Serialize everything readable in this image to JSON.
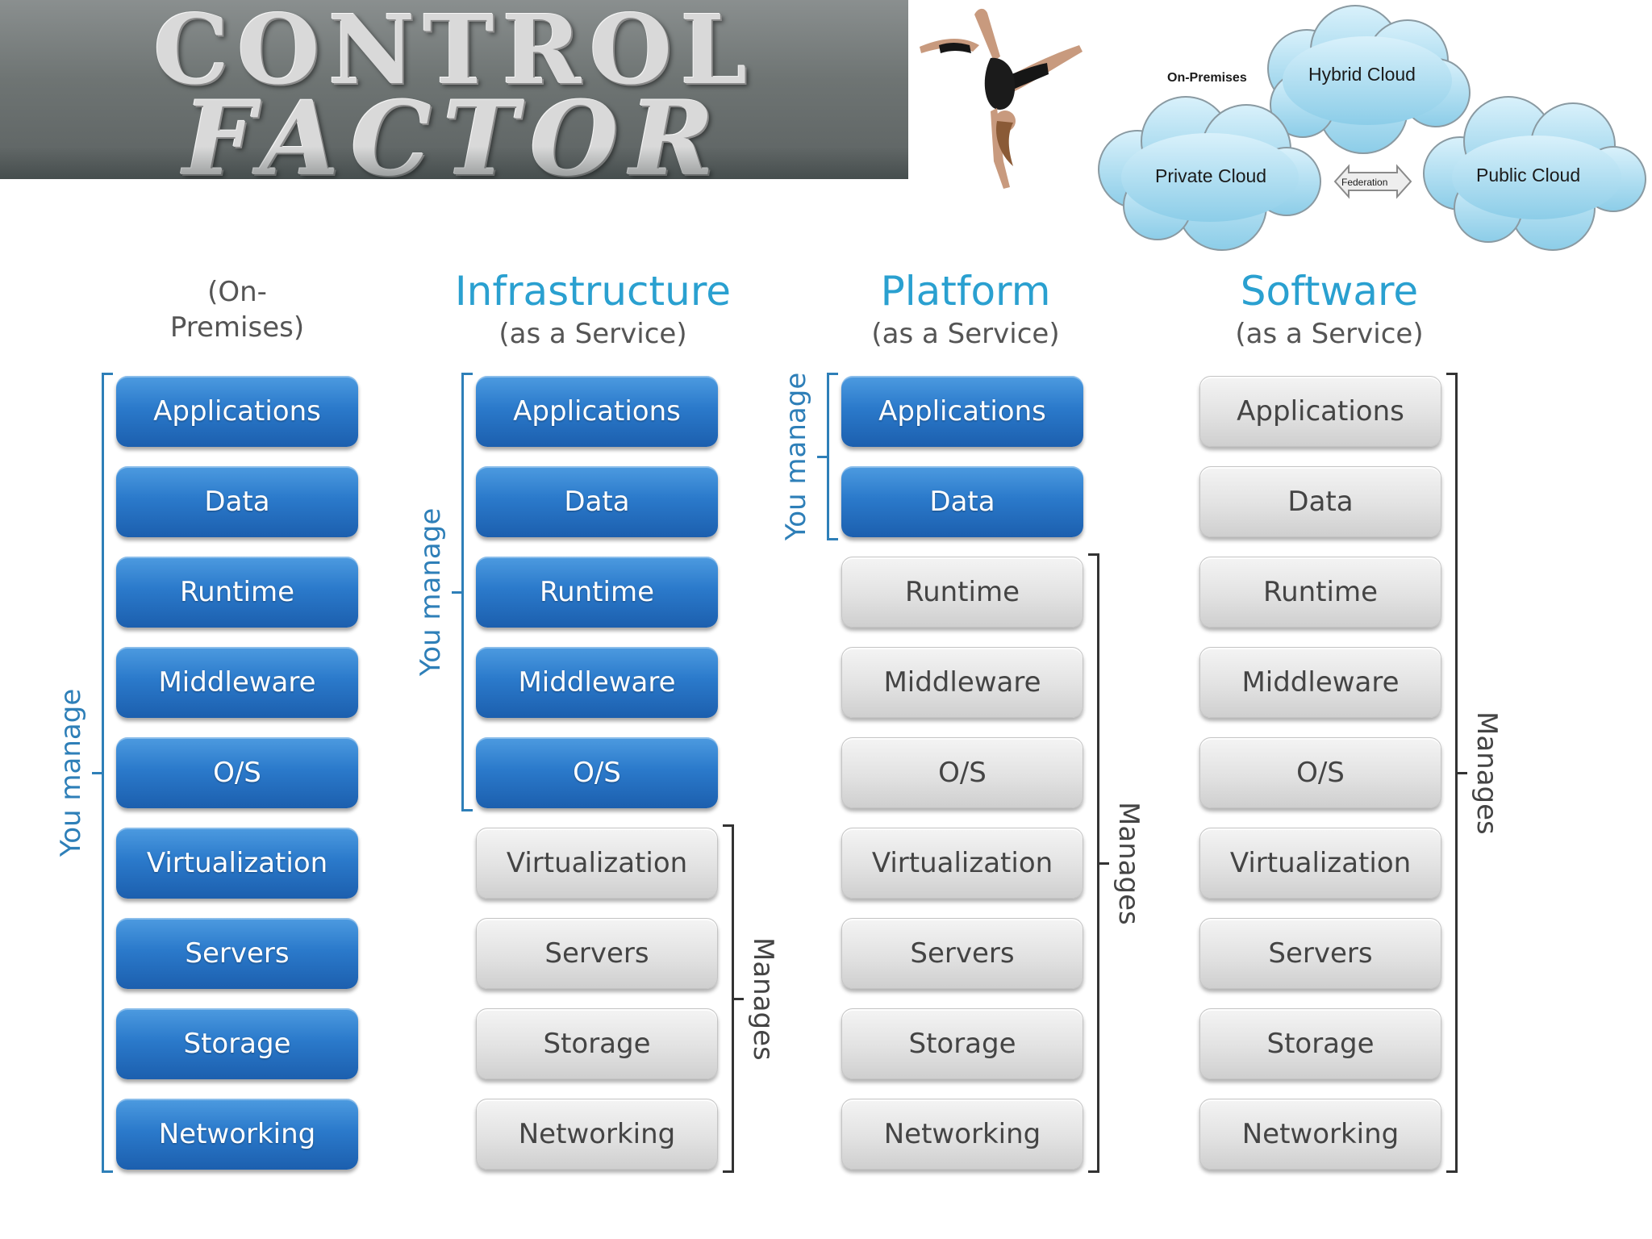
{
  "banner": {
    "line1": "CONTROL",
    "line2": "FACTOR"
  },
  "clouds": {
    "on_premises": "On-Premises",
    "hybrid": "Hybrid  Cloud",
    "private": "Private Cloud",
    "public": "Public Cloud",
    "federation": "Federation"
  },
  "columns": [
    {
      "title": "",
      "subtitle": "(On-Premises)",
      "tiles": [
        "Applications",
        "Data",
        "Runtime",
        "Middleware",
        "O/S",
        "Virtualization",
        "Servers",
        "Storage",
        "Networking"
      ],
      "you_manage_count": 9,
      "you_manage_label": "You manage",
      "managed_label": ""
    },
    {
      "title": "Infrastructure",
      "subtitle": "(as a Service)",
      "tiles": [
        "Applications",
        "Data",
        "Runtime",
        "Middleware",
        "O/S",
        "Virtualization",
        "Servers",
        "Storage",
        "Networking"
      ],
      "you_manage_count": 5,
      "you_manage_label": "You manage",
      "managed_label": "Manages"
    },
    {
      "title": "Platform",
      "subtitle": "(as a Service)",
      "tiles": [
        "Applications",
        "Data",
        "Runtime",
        "Middleware",
        "O/S",
        "Virtualization",
        "Servers",
        "Storage",
        "Networking"
      ],
      "you_manage_count": 2,
      "you_manage_label": "You manage",
      "managed_label": "Manages"
    },
    {
      "title": "Software",
      "subtitle": "(as a Service)",
      "tiles": [
        "Applications",
        "Data",
        "Runtime",
        "Middleware",
        "O/S",
        "Virtualization",
        "Servers",
        "Storage",
        "Networking"
      ],
      "you_manage_count": 0,
      "you_manage_label": "",
      "managed_label": "Manages"
    }
  ],
  "colors": {
    "accent_title": "#2aa0d0",
    "tile_blue": "#2b7acb",
    "tile_gray": "#e2e2e2",
    "bracket_blue": "#2e7fb8"
  }
}
